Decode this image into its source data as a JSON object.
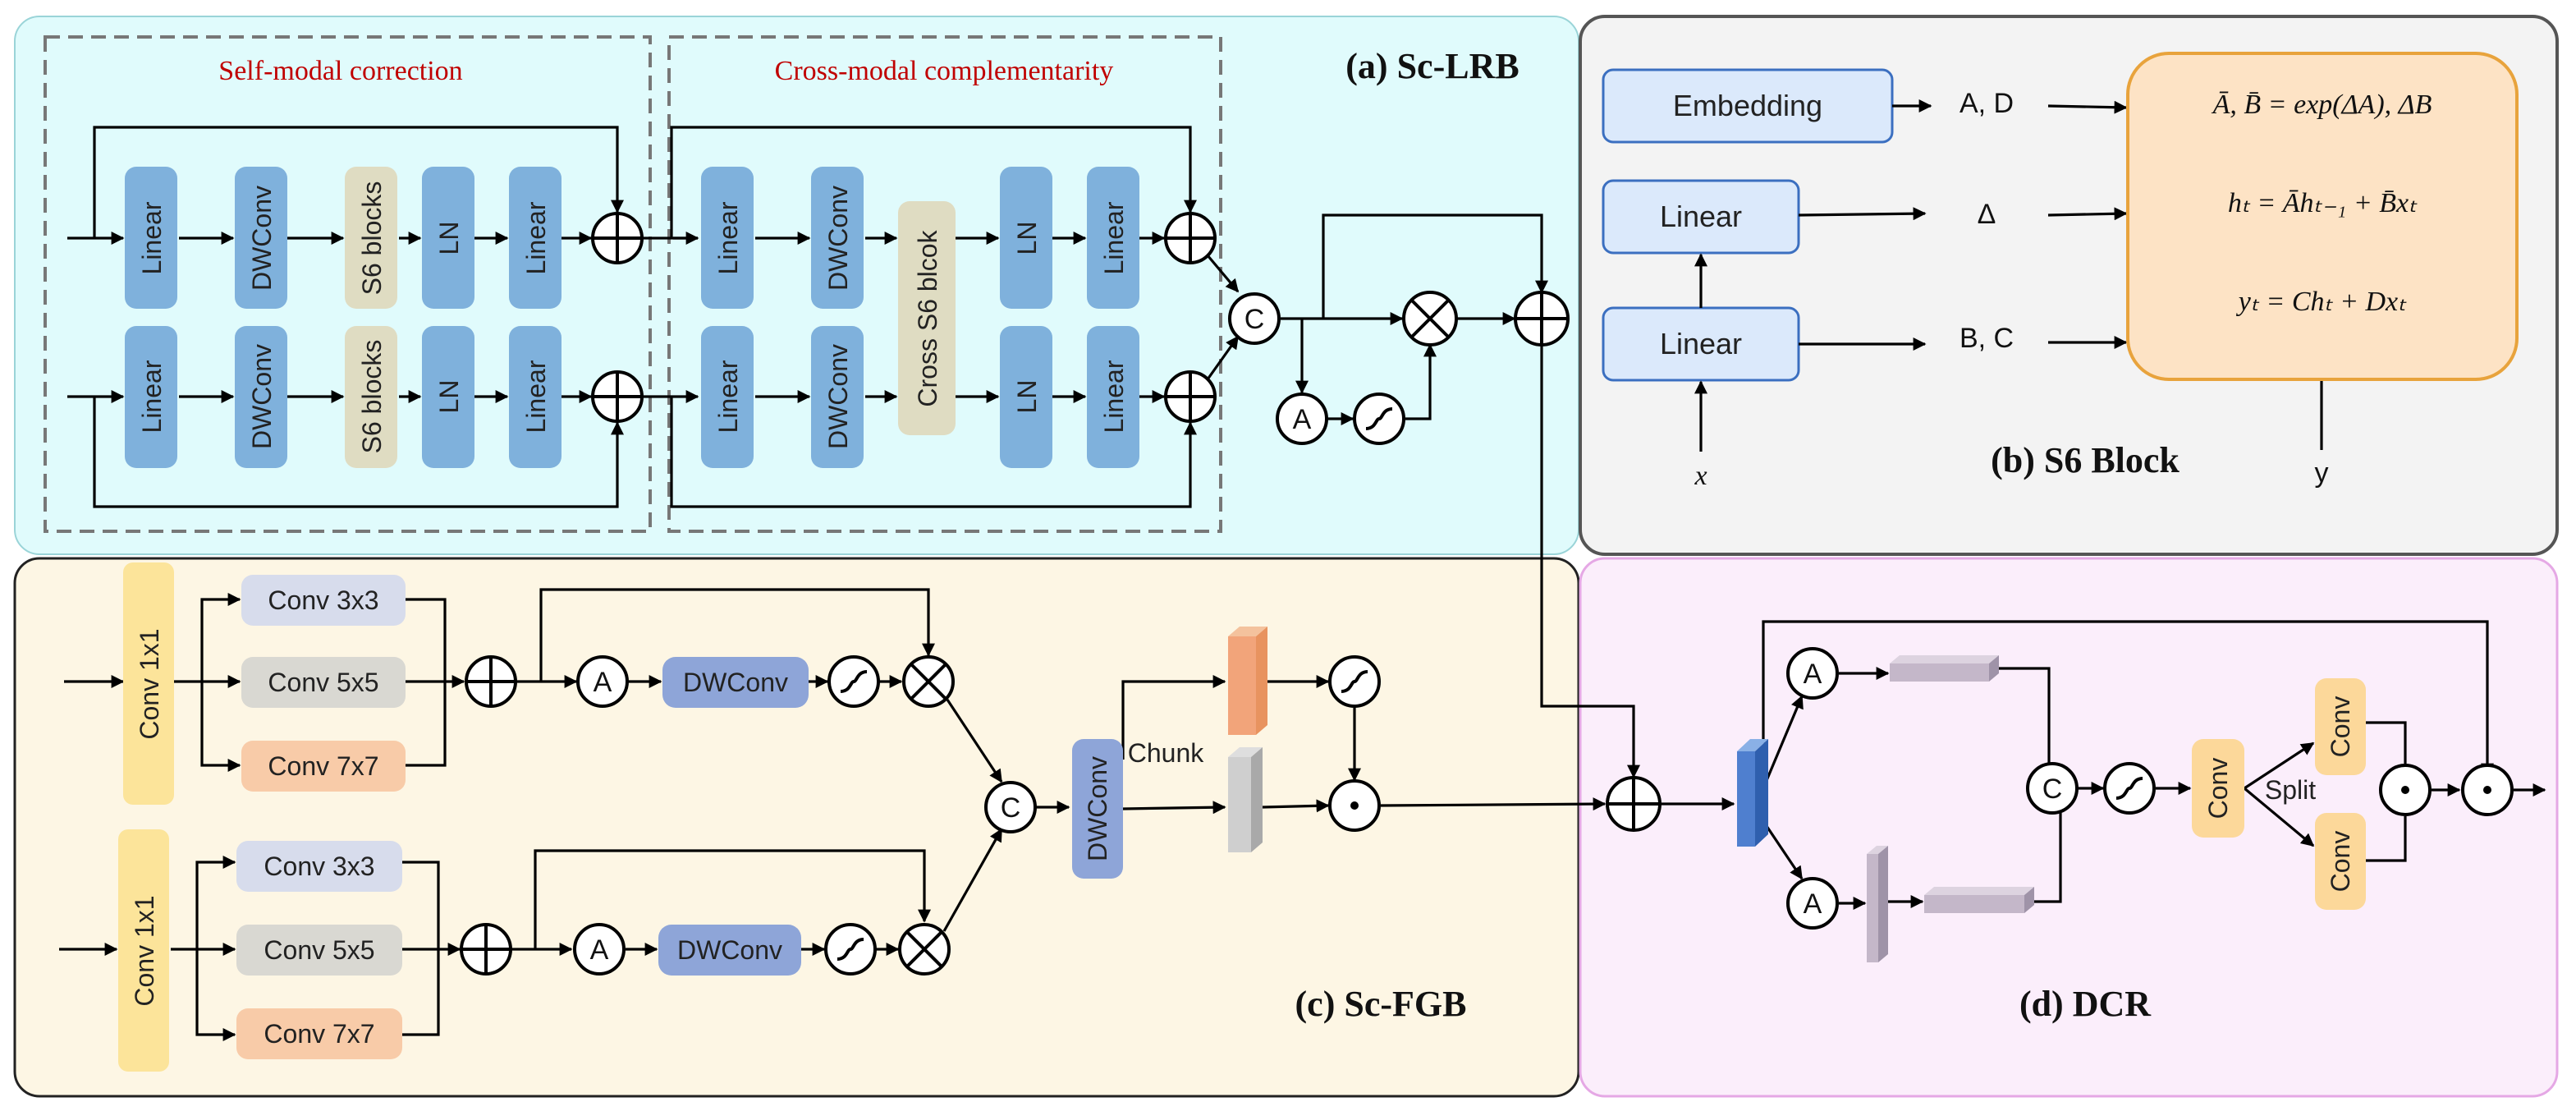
{
  "panels": {
    "a_title": "(a) Sc-LRB",
    "b_title": "(b) S6 Block",
    "c_title": "(c) Sc-FGB",
    "d_title": "(d) DCR"
  },
  "sc_lrb": {
    "self_modal_title": "Self-modal correction",
    "cross_modal_title": "Cross-modal complementarity",
    "linear": "Linear",
    "dwconv": "DWConv",
    "s6_blocks": "S6 blocks",
    "ln": "LN",
    "cross_s6": "Cross S6 blcok",
    "concat": "C",
    "activation": "A"
  },
  "s6_block": {
    "embedding": "Embedding",
    "linear_top": "Linear",
    "linear_bottom": "Linear",
    "out_ad": "A, D",
    "out_delta": "Δ",
    "out_bc": "B, C",
    "input_x": "x",
    "output_y": "y",
    "eq1": "Ā, B̄ = exp(ΔA), ΔB",
    "eq2": "hₜ = Āhₜ₋₁ + B̄xₜ",
    "eq3": "yₜ = Chₜ + Dxₜ"
  },
  "sc_fgb": {
    "conv1x1": "Conv 1x1",
    "conv3": "Conv 3x3",
    "conv5": "Conv 5x5",
    "conv7": "Conv 7x7",
    "dwconv": "DWConv",
    "chunk": "Chunk",
    "activation": "A",
    "concat": "C"
  },
  "dcr": {
    "activation": "A",
    "concat": "C",
    "conv": "Conv",
    "split": "Split"
  },
  "colors": {
    "panel_a_bg": "#e0fbfc",
    "panel_b_bg": "#f3f3f3",
    "panel_c_bg": "#fdf6e4",
    "panel_d_bg": "#fbeefb",
    "blue_box": "#7fb1dc",
    "beige_box": "#dfdcc2",
    "light_blue_box": "#dbe9fb",
    "eq_box": "#fde3c5",
    "eq_border": "#e8a33c",
    "yellow_box": "#fce49a",
    "dwconv_box": "#8ea5d8",
    "conv3_box": "#d7dcec",
    "conv5_box": "#d9d8d2",
    "conv7_box": "#f8cba8",
    "dcr_conv_box": "#fcd89a"
  }
}
